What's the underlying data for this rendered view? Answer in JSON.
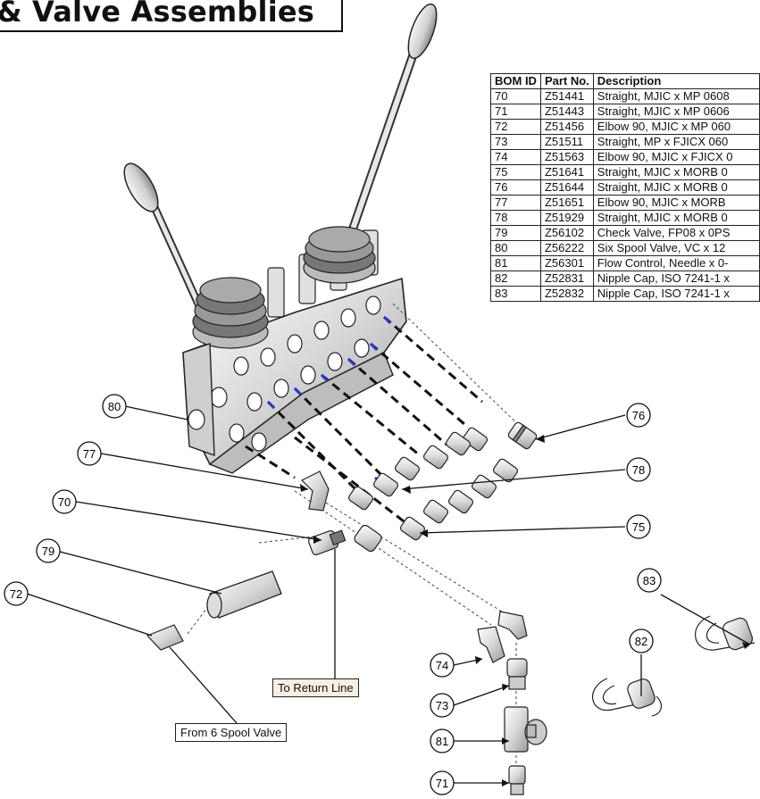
{
  "title": "s & Valve Assemblies",
  "bom": {
    "headers": [
      "BOM ID",
      "Part No.",
      "Description"
    ],
    "rows": [
      [
        "70",
        "Z51441",
        "Straight, MJIC x MP 0608"
      ],
      [
        "71",
        "Z51443",
        "Straight, MJIC x MP 0606"
      ],
      [
        "72",
        "Z51456",
        "Elbow 90, MJIC x MP 060"
      ],
      [
        "73",
        "Z51511",
        "Straight, MP x FJICX 060"
      ],
      [
        "74",
        "Z51563",
        "Elbow 90, MJIC x FJICX 0"
      ],
      [
        "75",
        "Z51641",
        "Straight, MJIC x MORB 0"
      ],
      [
        "76",
        "Z51644",
        "Straight, MJIC x MORB 0"
      ],
      [
        "77",
        "Z51651",
        "Elbow 90, MJIC x MORB"
      ],
      [
        "78",
        "Z51929",
        "Straight, MJIC x MORB 0"
      ],
      [
        "79",
        "Z56102",
        "Check Valve, FP08 x 0PS"
      ],
      [
        "80",
        "Z56222",
        "Six Spool Valve, VC x 12"
      ],
      [
        "81",
        "Z56301",
        "Flow Control, Needle x 0-"
      ],
      [
        "82",
        "Z52831",
        "Nipple Cap, ISO 7241-1 x"
      ],
      [
        "83",
        "Z52832",
        "Nipple Cap, ISO 7241-1 x"
      ]
    ]
  },
  "callouts": {
    "c70": "70",
    "c71": "71",
    "c72": "72",
    "c73": "73",
    "c74": "74",
    "c75": "75",
    "c76": "76",
    "c77": "77",
    "c78": "78",
    "c79": "79",
    "c80": "80",
    "c81": "81",
    "c82": "82",
    "c83": "83"
  },
  "notes": {
    "return_line": "To Return Line",
    "from_valve": "From 6 Spool Valve"
  }
}
